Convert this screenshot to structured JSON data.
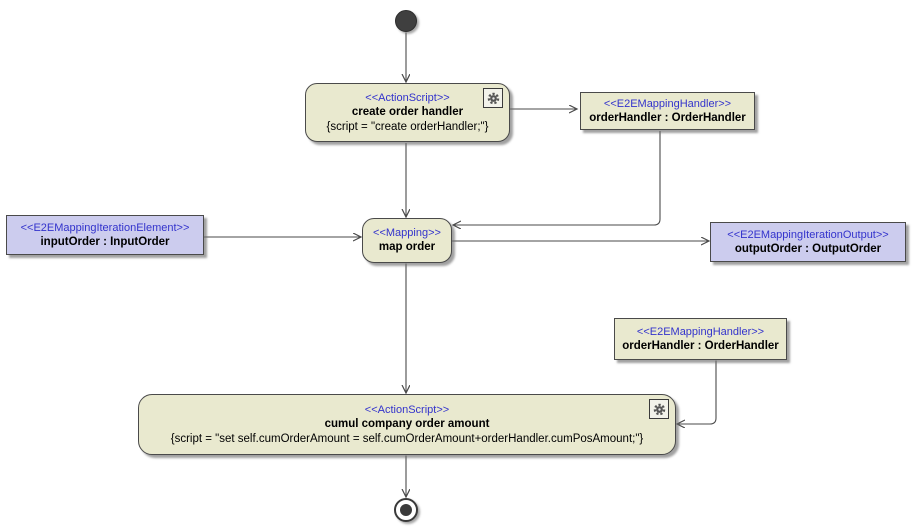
{
  "diagram": {
    "type": "uml-activity-diagram",
    "colors": {
      "action_node_fill": "#e9e9cf",
      "handler_box_fill": "#e9e9cf",
      "iteration_box_fill": "#ccccee",
      "border": "#4a4a4a",
      "stereotype_text": "#3333cc",
      "name_text": "#000000",
      "edge": "#4a4a4a",
      "initial_final_fill": "#3f3f3f",
      "background": "#ffffff"
    },
    "icons": {
      "action_badge": "gear-icon",
      "initial": "initial-node-filled-circle",
      "final": "final-node-bullseye"
    },
    "nodes": {
      "action_create": {
        "stereotype": "<<ActionScript>>",
        "name": "create order handler",
        "script": "{script = \"create orderHandler;\"}"
      },
      "handler_top": {
        "stereotype": "<<E2EMappingHandler>>",
        "name": "orderHandler : OrderHandler"
      },
      "mapping": {
        "stereotype": "<<Mapping>>",
        "name": "map order"
      },
      "input": {
        "stereotype": "<<E2EMappingIterationElement>>",
        "name": "inputOrder : InputOrder"
      },
      "output": {
        "stereotype": "<<E2EMappingIterationOutput>>",
        "name": "outputOrder : OutputOrder"
      },
      "handler_bottom": {
        "stereotype": "<<E2EMappingHandler>>",
        "name": "orderHandler : OrderHandler"
      },
      "action_cumul": {
        "stereotype": "<<ActionScript>>",
        "name": "cumul company order amount",
        "script": "{script = \"set self.cumOrderAmount = self.cumOrderAmount+orderHandler.cumPosAmount;\"}"
      }
    },
    "edges": [
      {
        "from": "initial",
        "to": "action_create"
      },
      {
        "from": "action_create",
        "to": "handler_top"
      },
      {
        "from": "handler_top",
        "to": "mapping"
      },
      {
        "from": "action_create",
        "to": "mapping"
      },
      {
        "from": "input",
        "to": "mapping"
      },
      {
        "from": "mapping",
        "to": "output"
      },
      {
        "from": "mapping",
        "to": "action_cumul"
      },
      {
        "from": "handler_bottom",
        "to": "action_cumul"
      },
      {
        "from": "action_cumul",
        "to": "final"
      }
    ]
  }
}
